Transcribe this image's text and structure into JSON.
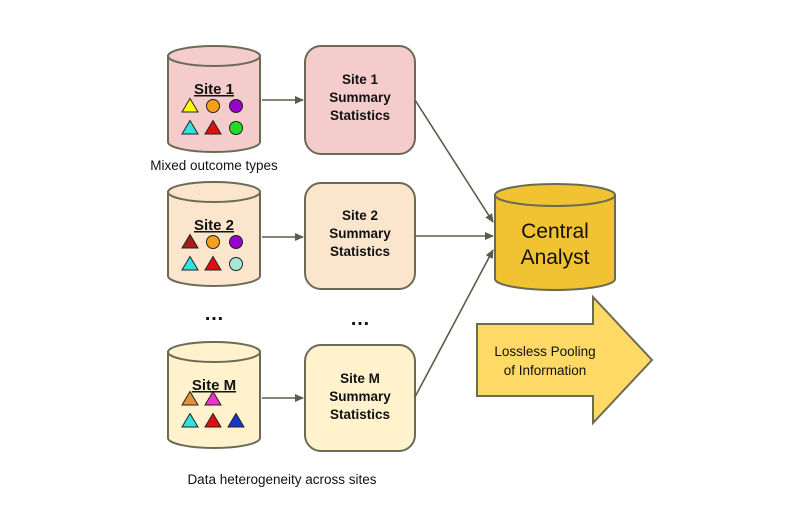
{
  "sites": [
    {
      "label": "Site 1",
      "cylinder_fill": "#f4cccc",
      "stats_fill": "#f4cccc",
      "stats_lines": [
        "Site 1",
        "Summary",
        "Statistics"
      ],
      "symbols": [
        {
          "shape": "triangle",
          "color": "#ffff00"
        },
        {
          "shape": "circle",
          "color": "#f6a01a"
        },
        {
          "shape": "circle",
          "color": "#9900cc"
        },
        {
          "shape": "triangle",
          "color": "#33e0e0"
        },
        {
          "shape": "triangle",
          "color": "#e01010"
        },
        {
          "shape": "circle",
          "color": "#22dd22"
        }
      ]
    },
    {
      "label": "Site 2",
      "cylinder_fill": "#fce5cd",
      "stats_fill": "#fce5cd",
      "stats_lines": [
        "Site 2",
        "Summary",
        "Statistics"
      ],
      "symbols": [
        {
          "shape": "triangle",
          "color": "#a61c1c"
        },
        {
          "shape": "circle",
          "color": "#f6a01a"
        },
        {
          "shape": "circle",
          "color": "#9900cc"
        },
        {
          "shape": "triangle",
          "color": "#33e0e0"
        },
        {
          "shape": "triangle",
          "color": "#e01010"
        },
        {
          "shape": "circle",
          "color": "#a8e6d8"
        }
      ]
    },
    {
      "label": "Site M",
      "cylinder_fill": "#fff2cc",
      "stats_fill": "#fff2cc",
      "stats_lines": [
        "Site M",
        "Summary",
        "Statistics"
      ],
      "symbols": [
        {
          "shape": "triangle",
          "color": "#e69138"
        },
        {
          "shape": "triangle",
          "color": "#ee33cc"
        },
        {
          "shape": "empty",
          "color": ""
        },
        {
          "shape": "triangle",
          "color": "#33e0e0"
        },
        {
          "shape": "triangle",
          "color": "#e01010"
        },
        {
          "shape": "triangle",
          "color": "#1a33cc"
        }
      ]
    }
  ],
  "captions": {
    "mixed_outcomes": "Mixed outcome types",
    "heterogeneity": "Data heterogeneity across sites"
  },
  "ellipsis": {
    "sites": "…",
    "stats": "…"
  },
  "central": {
    "lines": [
      "Central",
      "Analyst"
    ],
    "fill": "#f1c232"
  },
  "pooling": {
    "lines": [
      "Lossless Pooling",
      "of Information"
    ],
    "fill": "#ffd966"
  },
  "colors": {
    "outline": "#6b6b55",
    "arrow": "#5c5c4a"
  }
}
